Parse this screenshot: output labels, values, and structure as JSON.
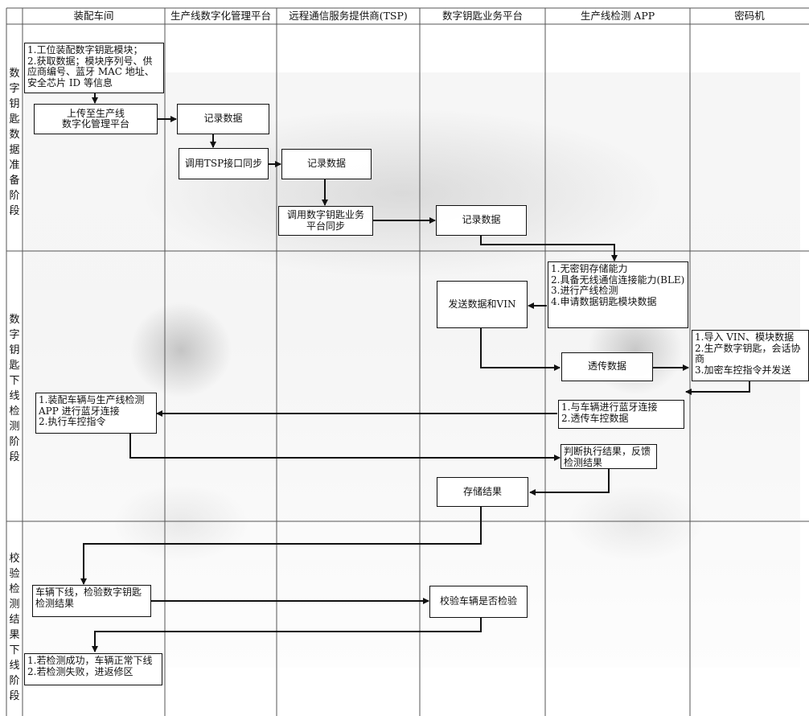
{
  "columns": [
    "装配车间",
    "生产线数字化管理平台",
    "远程通信服务提供商(TSP)",
    "数字钥匙业务平台",
    "生产线检测 APP",
    "密码机"
  ],
  "phases": [
    "数字钥匙数据准备阶段",
    "数字钥匙下线检测阶段",
    "校验检测结果下线阶段"
  ],
  "boxes": {
    "assembly_prep": [
      "1.工位装配数字钥匙模块；",
      "2.获取数据；模块序列号、供应商编号、蓝牙 MAC 地址、安全芯片 ID 等信息"
    ],
    "upload_mes": [
      "上传至生产线",
      "数字化管理平台"
    ],
    "mes_record": [
      "记录数据"
    ],
    "mes_call_tsp": [
      "调用TSP接口同步"
    ],
    "tsp_record": [
      "记录数据"
    ],
    "tsp_call_platform": [
      "调用数字钥匙业务",
      "平台同步"
    ],
    "platform_record": [
      "记录数据"
    ],
    "app_check": [
      "1.无密钥存储能力",
      "2.具备无线通信连接能力(BLE)",
      "3.进行产线检测",
      "4.申请数据钥匙模块数据"
    ],
    "platform_send": [
      "发送数据和VIN"
    ],
    "app_passthrough": [
      "透传数据"
    ],
    "hsm_process": [
      "1.导入 VIN、模块数据",
      "2.生产数字钥匙，会话协商",
      "3.加密车控指令并发送"
    ],
    "app_bluetooth": [
      "1.与车辆进行蓝牙连接",
      "2.透传车控数据"
    ],
    "assembly_connect": [
      "1.装配车辆与生产线检测 APP 进行蓝牙连接",
      "2.执行车控指令"
    ],
    "app_judge": [
      "判断执行结果，反馈检测结果"
    ],
    "platform_store": [
      "存储结果"
    ],
    "assembly_offline": [
      "车辆下线，检验数字钥匙检测结果"
    ],
    "platform_verify": [
      "校验车辆是否检验"
    ],
    "assembly_result": [
      "1.若检测成功，车辆正常下线",
      "2.若检测失败，进返修区"
    ]
  }
}
